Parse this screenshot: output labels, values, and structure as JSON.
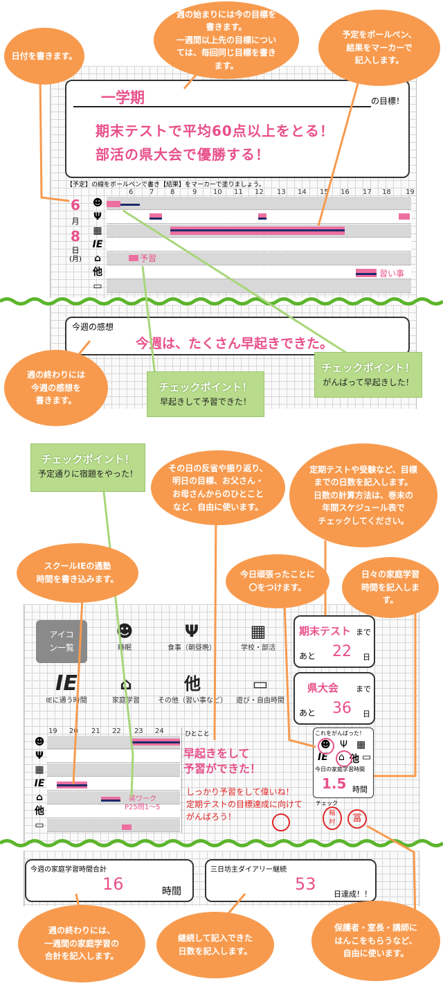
{
  "colors": {
    "orange": "#f79a4e",
    "green": "#b8dc8c",
    "pink": "#e8508a",
    "navy": "#1e2a6a"
  },
  "bubbles": {
    "date": "日付を書きます。",
    "weekly_goal": "週の始まりには今の目標を書きます。\n一週間以上先の目標については、毎回同じ目標を書きます。",
    "plan_result": "予定をボールペン、\n結果をマーカーで\n記入します。",
    "weekly_thoughts": "週の終わりには\n今週の感想を\n書きます。",
    "reflection": "その日の反省や振り返り、\n明日の目標、お父さん・\nお母さんからのひとこと\nなど、自由に使います。",
    "countdown": "定期テストや受験など、目標\nまでの日数を記入します。\n日数の計算方法は、巻末の\n年間スケジュール表で\nチェックしてください。",
    "ie_time": "スクールIEの通塾\n時間を書き込みます。",
    "circle": "今日頑張ったことに\n〇をつけます。",
    "daily_study": "日々の家庭学習\n時間を記入します。",
    "week_total": "週の終わりには、\n一週間の家庭学習の\n合計を記入します。",
    "streak": "継続して記入できた\n日数を記入します。",
    "stamp": "保護者・室長・講師に\nはんこをもらうなど、\n自由に使います。"
  },
  "checkpoints": {
    "title": "チェックポイント！",
    "c1": "早起きして予習できた！",
    "c2": "がんばって早起きした！",
    "c3": "予定通りに宿題をやった！"
  },
  "goal_panel": {
    "term": "一学期",
    "label": "の目標！",
    "line1": "期末テストで平均60点以上をとる！",
    "line2": "部活の県大会で優勝する！"
  },
  "instruction": "【予定】の線をボールペンで書き【結果】をマーカーで塗りましょう。",
  "day_block": {
    "month": "6",
    "month_unit": "月",
    "day": "8",
    "day_unit": "日",
    "weekday": "(月)",
    "hours": [
      "6",
      "7",
      "8",
      "9",
      "10",
      "11",
      "12",
      "13",
      "14",
      "15",
      "16",
      "17",
      "18",
      "19"
    ],
    "note_yoshu": "予習",
    "note_naraigoto": "習い事"
  },
  "weekly_impression": {
    "label": "今週の感想",
    "text": "今週は、たくさん早起きできた。"
  },
  "icon_legend": {
    "title": "アイコン一覧",
    "items": [
      "睡眠",
      "食事（朝昼晩）",
      "学校・部活",
      "IEに通う時間",
      "家庭学習",
      "その他（習い事など）",
      "遊び・自由時間"
    ]
  },
  "second_day": {
    "hours": [
      "19",
      "20",
      "21",
      "22",
      "23",
      "24"
    ],
    "hitokoto_label": "ひとこと",
    "hitokoto1": "早起きをして",
    "hitokoto2": "予習ができた！",
    "parent1": "しっかり予習をして偉いね！",
    "parent2": "定期テストの目標達成に向けて",
    "parent3": "がんばろう！",
    "note_eigo": "英ワーク",
    "note_page": "P25問1〜5",
    "ganbatta": "これをがんばった！",
    "today_study": "今日の家庭学習時間",
    "study_value": "1.5",
    "study_unit": "時間",
    "check_label": "チェック",
    "stamp1": "稲村",
    "stamp2": "冨"
  },
  "countdowns": [
    {
      "name": "期末テスト",
      "made": "まで",
      "ato": "あと",
      "days": "22",
      "unit": "日"
    },
    {
      "name": "県大会",
      "made": "まで",
      "ato": "あと",
      "days": "36",
      "unit": "日"
    }
  ],
  "summary": {
    "total_label": "今週の家庭学習時間合計",
    "total_value": "16",
    "total_unit": "時間",
    "streak_label": "三日坊主ダイアリー継続",
    "streak_value": "53",
    "streak_unit": "日達成！！"
  },
  "icon_glyphs": {
    "ie": "IE",
    "other": "他",
    "eat": "Ψ",
    "house": "⌂",
    "sleep": "☻",
    "school": "▦",
    "game": "▭"
  }
}
